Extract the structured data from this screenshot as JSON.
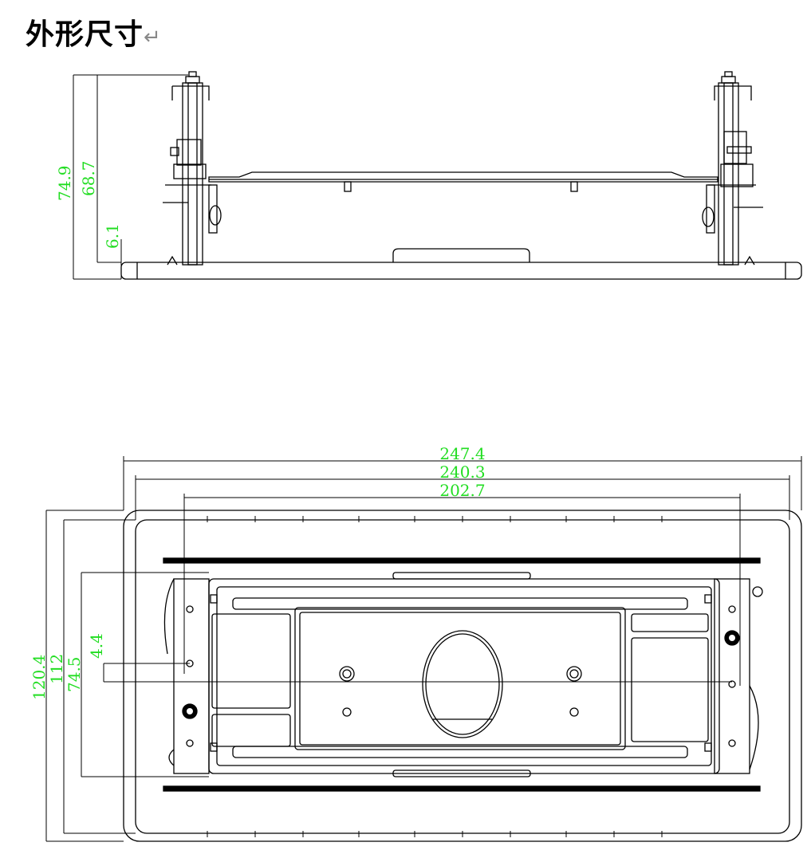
{
  "header": {
    "title": "外形尺寸",
    "return_mark": "↵"
  },
  "colors": {
    "dimension_text": "#22dd22",
    "line": "#000000",
    "background": "#ffffff"
  },
  "side_view": {
    "dims": {
      "total_height": "74.9",
      "frame_height": "68.7",
      "base_thickness": "6.1"
    }
  },
  "top_view": {
    "dims": {
      "outer_width": "247.4",
      "inner_width": "240.3",
      "bracket_span": "202.7",
      "outer_depth": "120.4",
      "inner_depth": "112",
      "frame_depth": "74.5",
      "offset": "4.4"
    }
  }
}
